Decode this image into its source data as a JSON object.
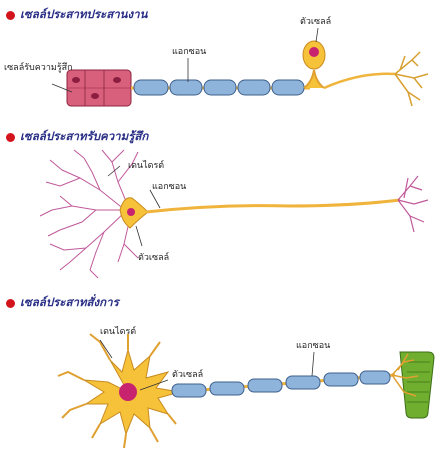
{
  "sections": [
    {
      "title": "เซลล์ประสาทประสานงาน",
      "labels": {
        "receptor": "เซลล์รับความรู้สึก",
        "axon": "แอกซอน",
        "cell_body": "ตัวเซลล์"
      }
    },
    {
      "title": "เซลล์ประสาทรับความรู้สึก",
      "labels": {
        "dendrite": "เดนไดรต์",
        "axon": "แอกซอน",
        "cell_body": "ตัวเซลล์"
      }
    },
    {
      "title": "เซลล์ประสาทสั่งการ",
      "labels": {
        "dendrite": "เดนไดรต์",
        "cell_body": "ตัวเซลล์",
        "axon": "แอกซอน"
      }
    }
  ],
  "colors": {
    "bullet": "#d4141c",
    "title": "#2a2f86",
    "myelin": "#8fb4dc",
    "axon": "#f0b43c",
    "cell_body": "#f6c23a",
    "nucleus": "#c8236e",
    "receptor": "#d9607c",
    "dendrite_pink": "#c0589a",
    "muscle": "#6fae2f"
  }
}
